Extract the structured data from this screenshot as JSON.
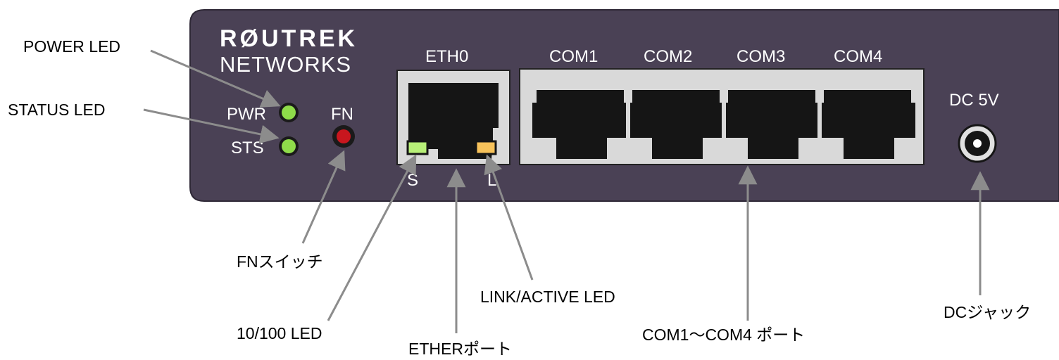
{
  "brand": {
    "line1": "RØUTREK",
    "line2": "NETWORKS"
  },
  "panel": {
    "pwr_label": "PWR",
    "sts_label": "STS",
    "fn_label": "FN",
    "eth_label": "ETH0",
    "com_labels": [
      "COM1",
      "COM2",
      "COM3",
      "COM4"
    ],
    "eth_s_label": "S",
    "eth_l_label": "L",
    "dc_label": "DC 5V"
  },
  "callouts": {
    "power_led": "POWER LED",
    "status_led": "STATUS LED",
    "fn_switch": "FNスイッチ",
    "speed_led": "10/100 LED",
    "ether_port": "ETHERポート",
    "link_led": "LINK/ACTIVE LED",
    "com_ports": "COM1～COM4 ポート",
    "dc_jack": "DCジャック"
  },
  "colors": {
    "chassis": "#4a4155",
    "port_frame": "#d9d9d9",
    "led_green": "#8fdc4a",
    "led_red": "#c8161e",
    "led_amber": "#f7c25a",
    "callout_line": "#8c8c8c"
  }
}
